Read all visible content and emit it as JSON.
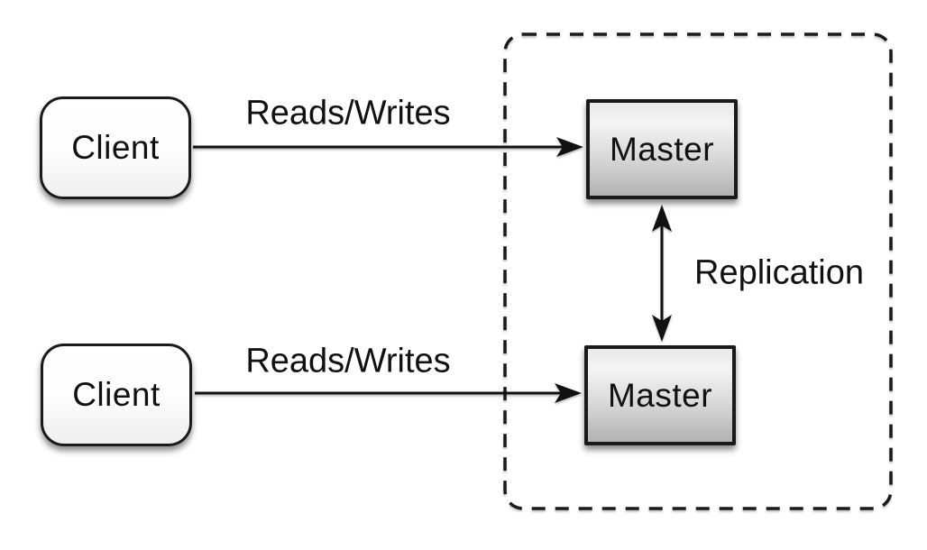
{
  "diagram": {
    "type": "architecture-diagram",
    "subject": "master-master replication topology",
    "nodes": {
      "client_top": {
        "label": "Client"
      },
      "client_bottom": {
        "label": "Client"
      },
      "master_top": {
        "label": "Master"
      },
      "master_bottom": {
        "label": "Master"
      }
    },
    "edges": {
      "top_reads_writes": {
        "label": "Reads/Writes",
        "from": "client_top",
        "to": "master_top",
        "direction": "one-way"
      },
      "bottom_reads_writes": {
        "label": "Reads/Writes",
        "from": "client_bottom",
        "to": "master_bottom",
        "direction": "one-way"
      },
      "replication": {
        "label": "Replication",
        "from": "master_top",
        "to": "master_bottom",
        "direction": "two-way"
      }
    },
    "boundary": {
      "style": "dashed-rounded-rectangle",
      "encloses": [
        "master_top",
        "master_bottom"
      ]
    },
    "colors": {
      "background": "#ffffff",
      "stroke": "#1a1a1a",
      "text": "#111111",
      "client_fill_top": "#ffffff",
      "client_fill_bottom": "#eeeeee",
      "master_fill_top": "#efefef",
      "master_fill_bottom": "#b2b2b2"
    }
  }
}
